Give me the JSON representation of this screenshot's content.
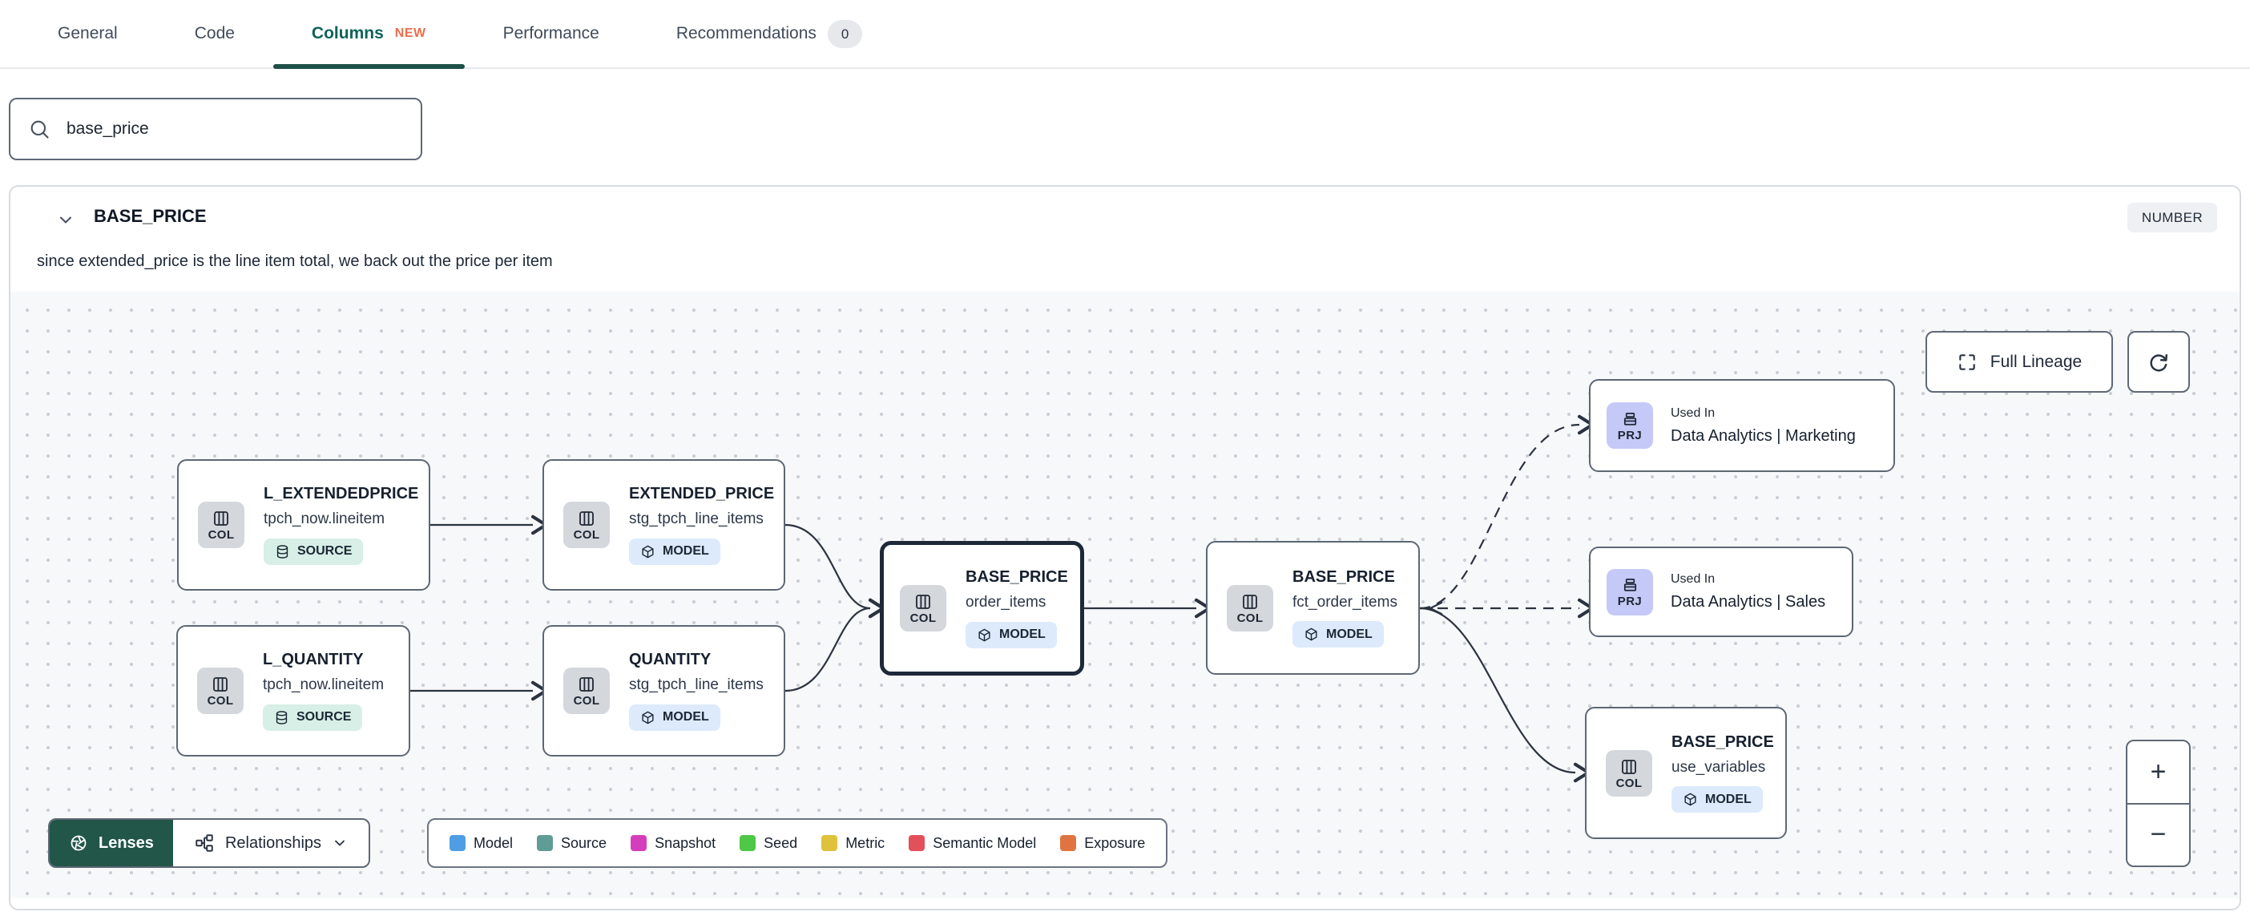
{
  "tabs": {
    "items": [
      {
        "label": "General"
      },
      {
        "label": "Code"
      },
      {
        "label": "Columns",
        "badge": "NEW"
      },
      {
        "label": "Performance"
      },
      {
        "label": "Recommendations",
        "badge": "0"
      }
    ],
    "active": "Columns"
  },
  "search": {
    "value": "base_price"
  },
  "column_panel": {
    "name": "BASE_PRICE",
    "type": "NUMBER",
    "description": "since extended_price is the line item total, we back out the price per item"
  },
  "lineage": {
    "controls": {
      "full_lineage": "Full Lineage",
      "zoom_in": "+",
      "zoom_out": "−"
    },
    "toolbar": {
      "lenses": "Lenses",
      "relationships": "Relationships"
    },
    "legend": {
      "items": [
        {
          "label": "Model",
          "color": "#4f9ee3"
        },
        {
          "label": "Source",
          "color": "#5e9c95"
        },
        {
          "label": "Snapshot",
          "color": "#d43ebd"
        },
        {
          "label": "Seed",
          "color": "#4fc747"
        },
        {
          "label": "Metric",
          "color": "#dfc23b"
        },
        {
          "label": "Semantic Model",
          "color": "#e25059"
        },
        {
          "label": "Exposure",
          "color": "#df7440"
        }
      ]
    },
    "nodes": [
      {
        "id": "l_extendedprice",
        "kind": "COL",
        "title": "L_EXTENDEDPRICE",
        "subtitle": "tpch_now.lineitem",
        "badge": "SOURCE"
      },
      {
        "id": "extended_price",
        "kind": "COL",
        "title": "EXTENDED_PRICE",
        "subtitle": "stg_tpch_line_items",
        "badge": "MODEL"
      },
      {
        "id": "l_quantity",
        "kind": "COL",
        "title": "L_QUANTITY",
        "subtitle": "tpch_now.lineitem",
        "badge": "SOURCE"
      },
      {
        "id": "quantity",
        "kind": "COL",
        "title": "QUANTITY",
        "subtitle": "stg_tpch_line_items",
        "badge": "MODEL"
      },
      {
        "id": "base_price_order_items",
        "kind": "COL",
        "title": "BASE_PRICE",
        "subtitle": "order_items",
        "badge": "MODEL",
        "selected": true
      },
      {
        "id": "base_price_fct_order_items",
        "kind": "COL",
        "title": "BASE_PRICE",
        "subtitle": "fct_order_items",
        "badge": "MODEL"
      },
      {
        "id": "used_in_marketing",
        "kind": "PRJ",
        "pretitle": "Used In",
        "title": "Data Analytics | Marketing"
      },
      {
        "id": "used_in_sales",
        "kind": "PRJ",
        "pretitle": "Used In",
        "title": "Data Analytics | Sales"
      },
      {
        "id": "base_price_use_variables",
        "kind": "COL",
        "title": "BASE_PRICE",
        "subtitle": "use_variables",
        "badge": "MODEL"
      }
    ]
  }
}
